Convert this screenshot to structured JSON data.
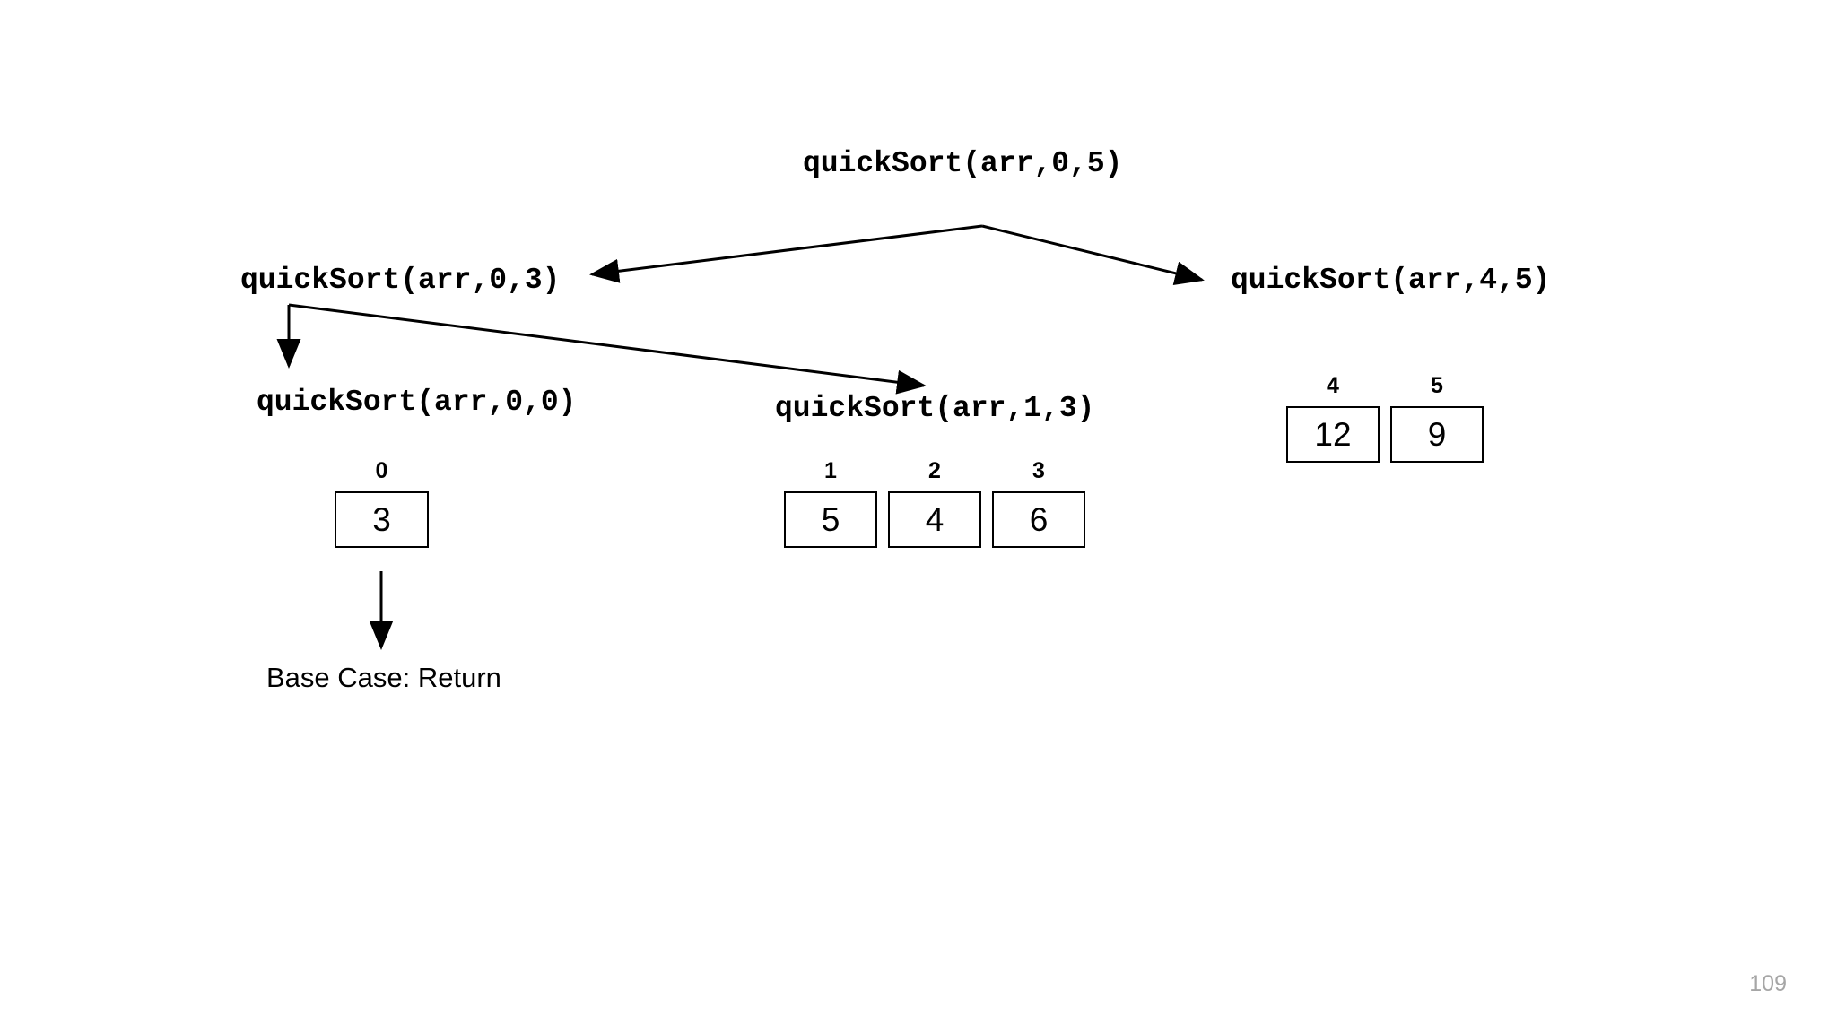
{
  "slide": {
    "number": "109",
    "background_color": "#ffffff",
    "ink_color": "#000000",
    "slide_number_color": "#a6a6a6"
  },
  "tree": {
    "root": {
      "label": "quickSort(arr,0,5)"
    },
    "level2": [
      {
        "label": "quickSort(arr,0,3)"
      },
      {
        "label": "quickSort(arr,4,5)"
      }
    ],
    "level3": [
      {
        "label": "quickSort(arr,0,0)"
      },
      {
        "label": "quickSort(arr,1,3)"
      }
    ]
  },
  "arrays": {
    "left": {
      "indices": [
        "0"
      ],
      "values": [
        "3"
      ]
    },
    "middle": {
      "indices": [
        "1",
        "2",
        "3"
      ],
      "values": [
        "5",
        "4",
        "6"
      ]
    },
    "right": {
      "indices": [
        "4",
        "5"
      ],
      "values": [
        "12",
        "9"
      ]
    }
  },
  "annotations": {
    "base_case": "Base Case: Return"
  }
}
